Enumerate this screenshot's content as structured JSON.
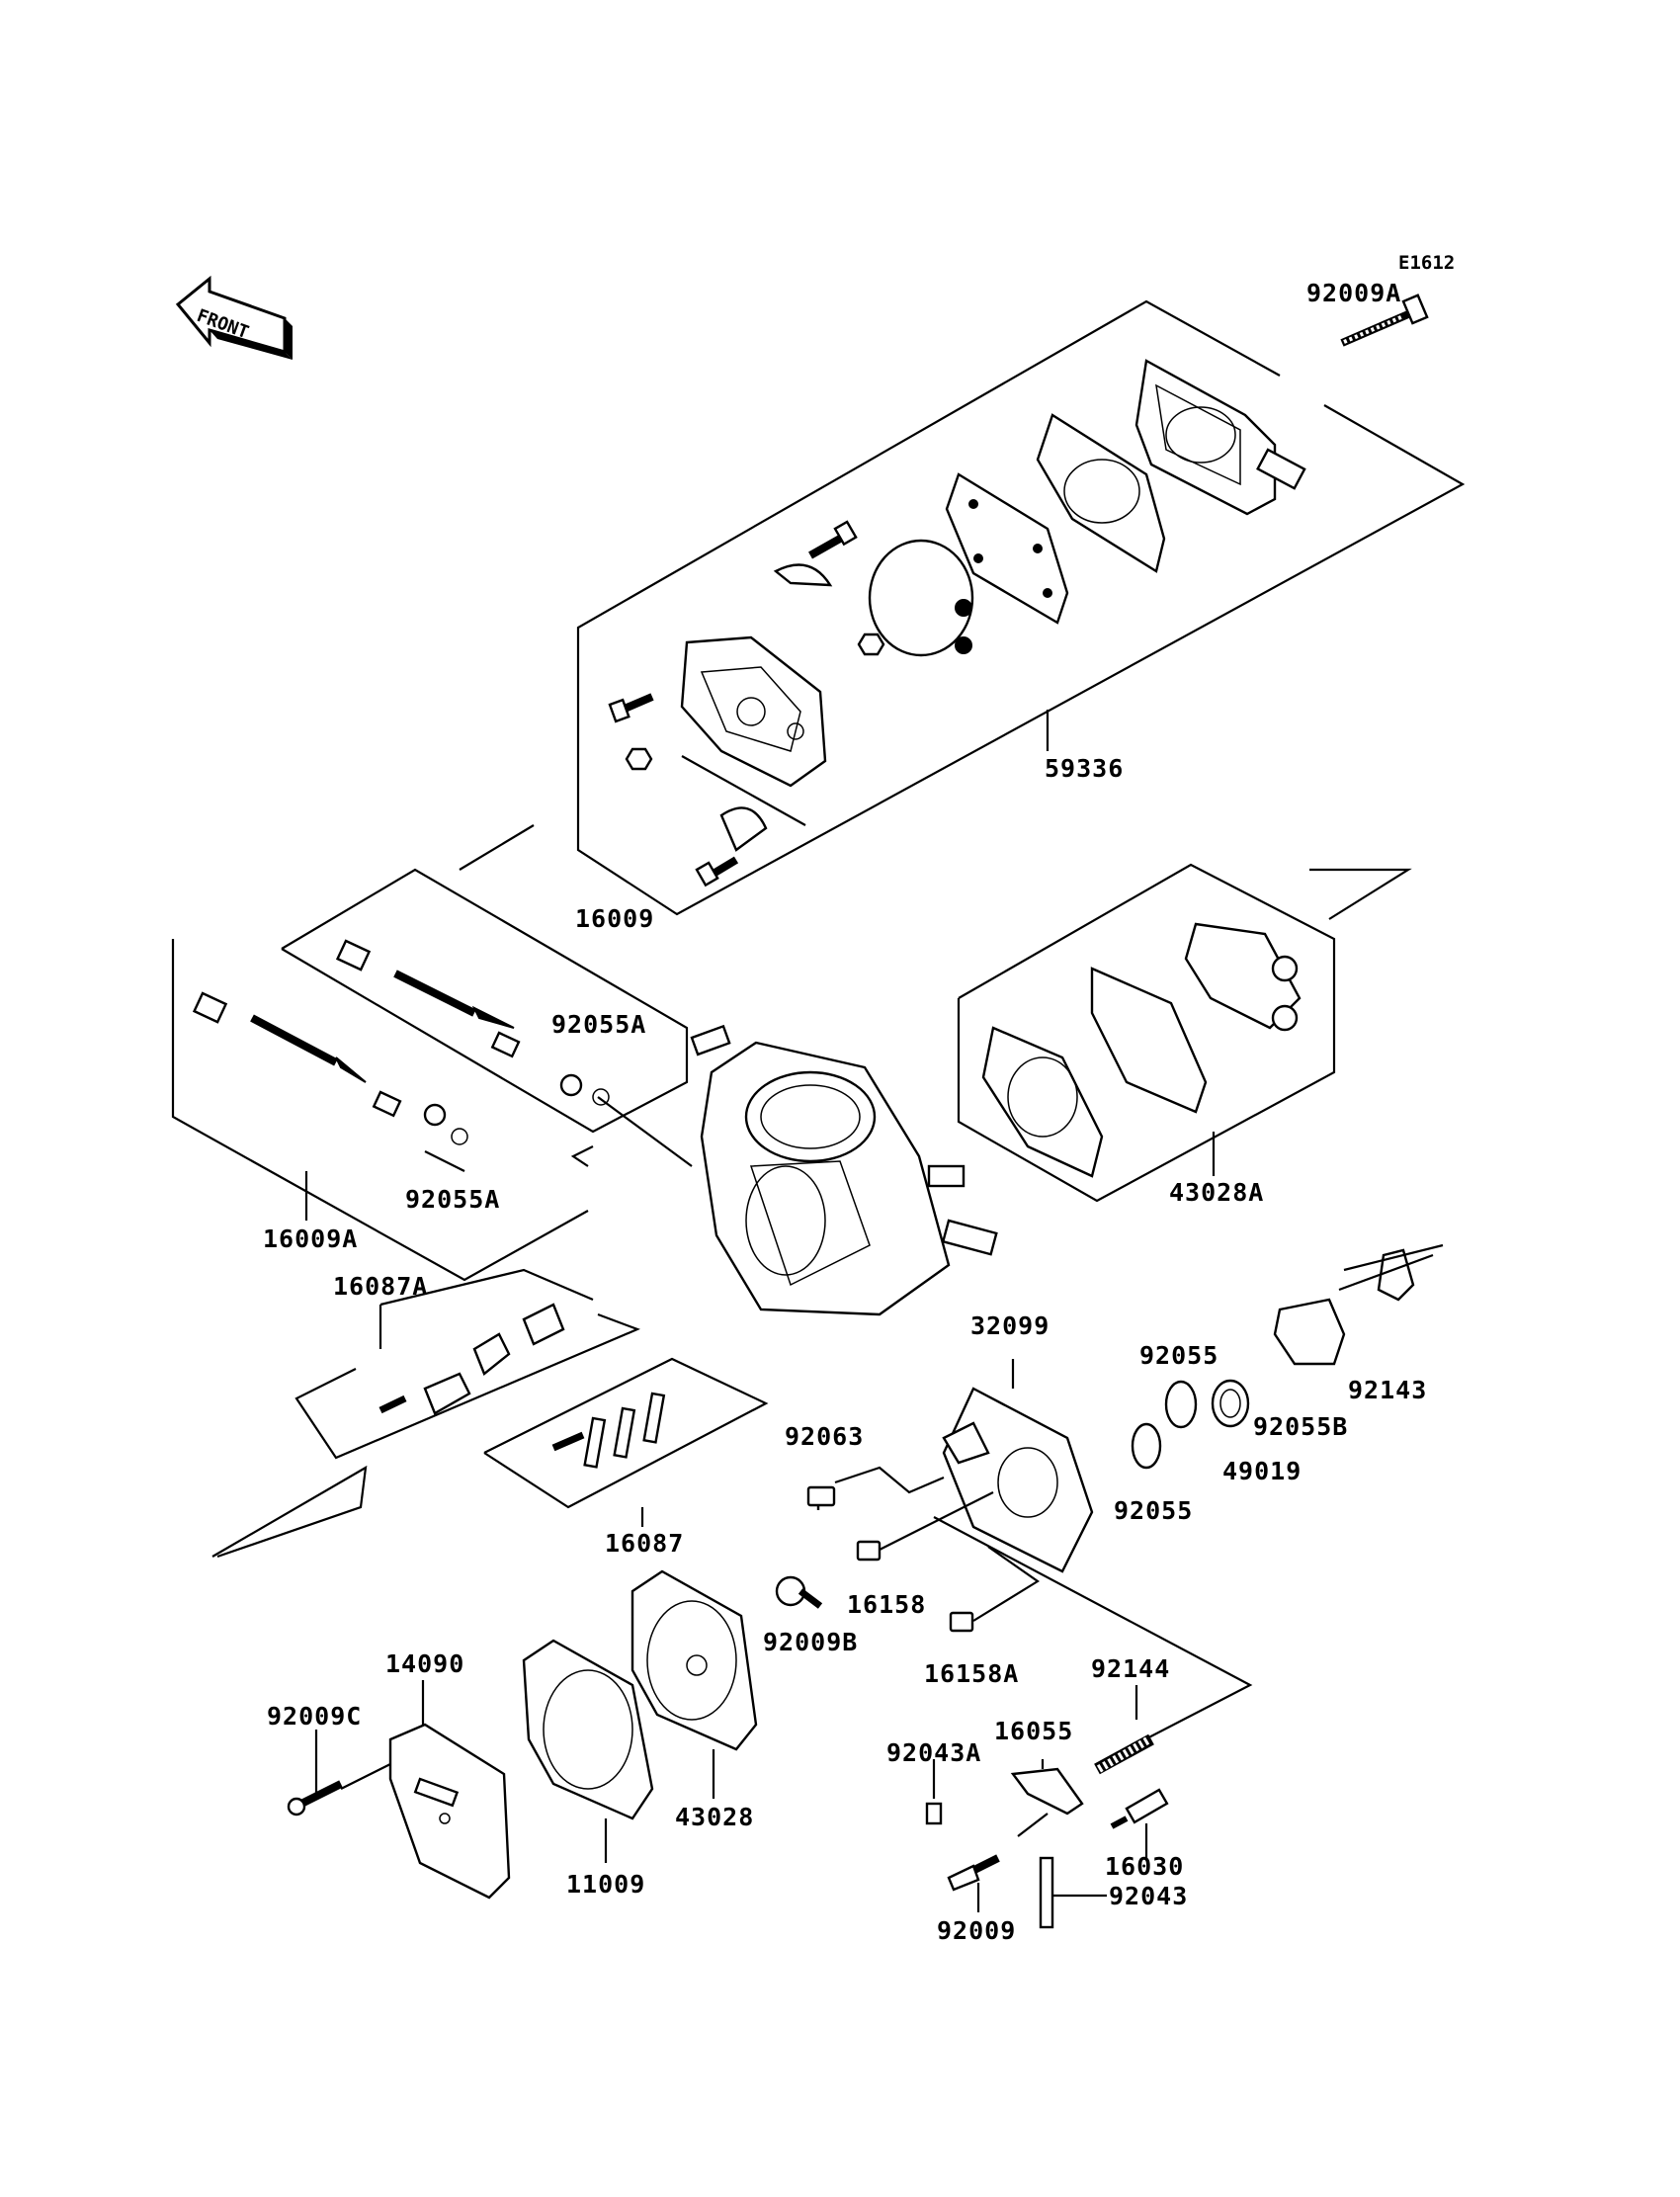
{
  "diagram": {
    "code": "E1612",
    "front_badge": "FRONT",
    "parts": {
      "p92009A": "92009A",
      "p59336": "59336",
      "p16009": "16009",
      "p92055A_1": "92055A",
      "p92055A_2": "92055A",
      "p16009A": "16009A",
      "p43028A": "43028A",
      "p16087A": "16087A",
      "p16087": "16087",
      "p32099": "32099",
      "p92055_1": "92055",
      "p92055_2": "92055",
      "p49019": "49019",
      "p92055B": "92055B",
      "p92143": "92143",
      "p92063": "92063",
      "p16158": "16158",
      "p92009B": "92009B",
      "p16158A": "16158A",
      "p92144": "92144",
      "p14090": "14090",
      "p92009C": "92009C",
      "p43028": "43028",
      "p11009": "11009",
      "p16055": "16055",
      "p92043A": "92043A",
      "p16030": "16030",
      "p92043": "92043",
      "p92009": "92009"
    }
  }
}
